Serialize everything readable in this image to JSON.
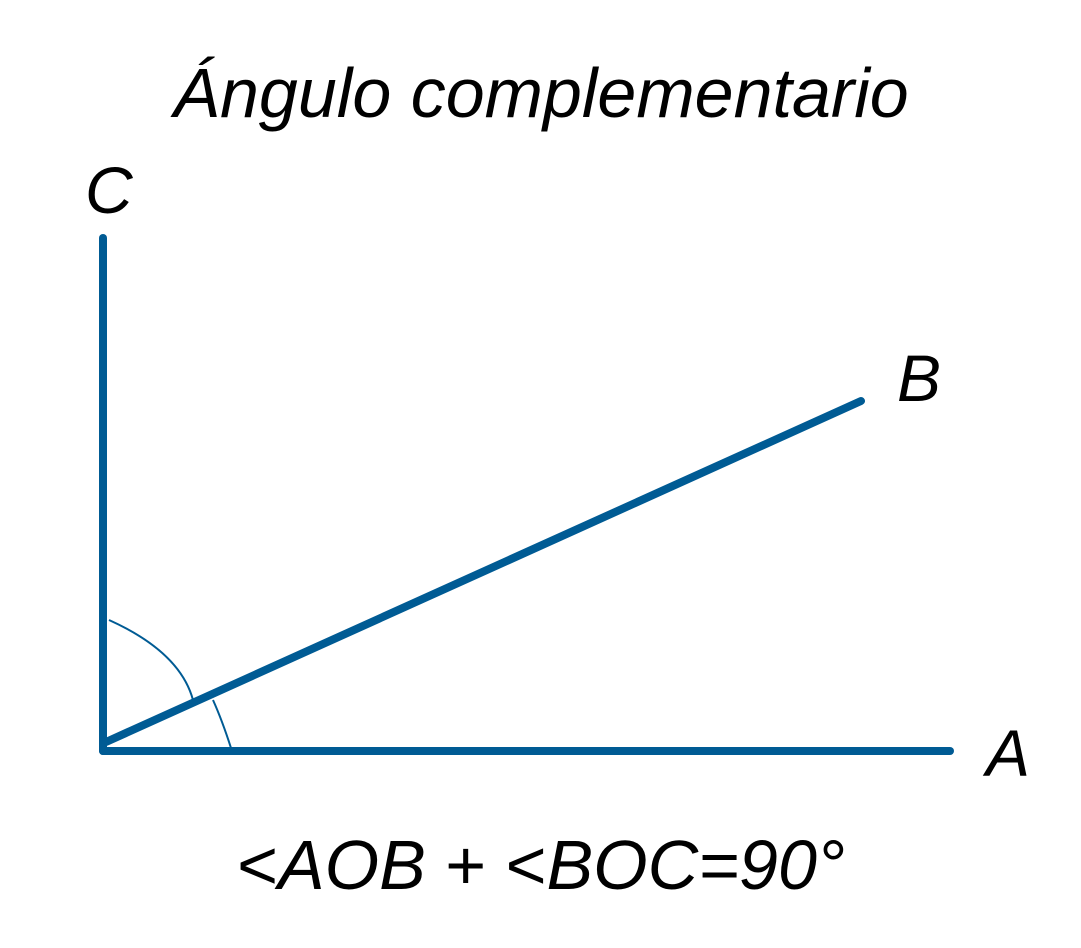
{
  "title": "Ángulo complementario",
  "points": {
    "a": "A",
    "b": "B",
    "c": "C"
  },
  "formula": {
    "lt1": "<",
    "aob": "AOB",
    "plus": " + ",
    "lt2": "<",
    "boc": "BOC",
    "equals_90": "=90°"
  },
  "colors": {
    "ray": "#005b94",
    "arc": "#005b94",
    "text": "#000000",
    "background": "#ffffff"
  },
  "angles": {
    "aob_degrees": 22,
    "boc_degrees": 68,
    "total_degrees": 90
  }
}
